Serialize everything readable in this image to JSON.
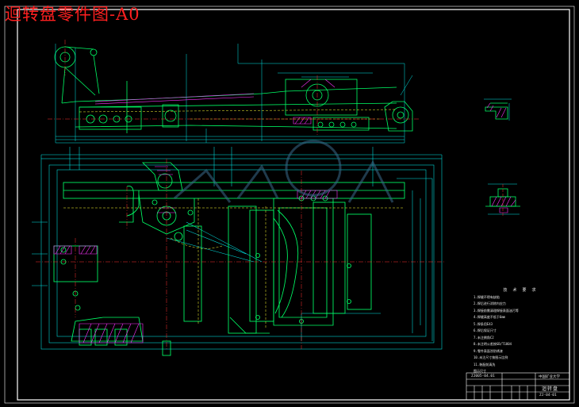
{
  "drawing": {
    "title": "迴转盘零件图-A0"
  },
  "notes": {
    "heading": "技 术 要 求",
    "lines": [
      "1.焊缝不得有缺陷",
      "2.焊后进行消除内应力",
      "3.焊接前需清理焊接表面油污等",
      "4.焊缝高度不低于6mm",
      "5.焊条用E43",
      "6.焊后保证尺寸",
      "7.未注倒角C2",
      "8.未注明公差按GB/T1804",
      "9.零件表面涂防锈漆",
      "10.未注尺寸按图示比例",
      "11.装配前清洗",
      "图示尺寸"
    ]
  },
  "title_block": {
    "code_left": "ZJ005-04.01",
    "school": "中国矿业大学",
    "part_name": "迴转盘",
    "drawing_no": "ZJ-04-01"
  },
  "colors": {
    "background": "#000000",
    "frame": "#ffffff",
    "geometry": "#00ff66",
    "dimensions": "#00e6e6",
    "hatching": "#ff33ff",
    "centerline": "#ff3030",
    "hidden": "#ffff33",
    "title": "#ff2020"
  }
}
